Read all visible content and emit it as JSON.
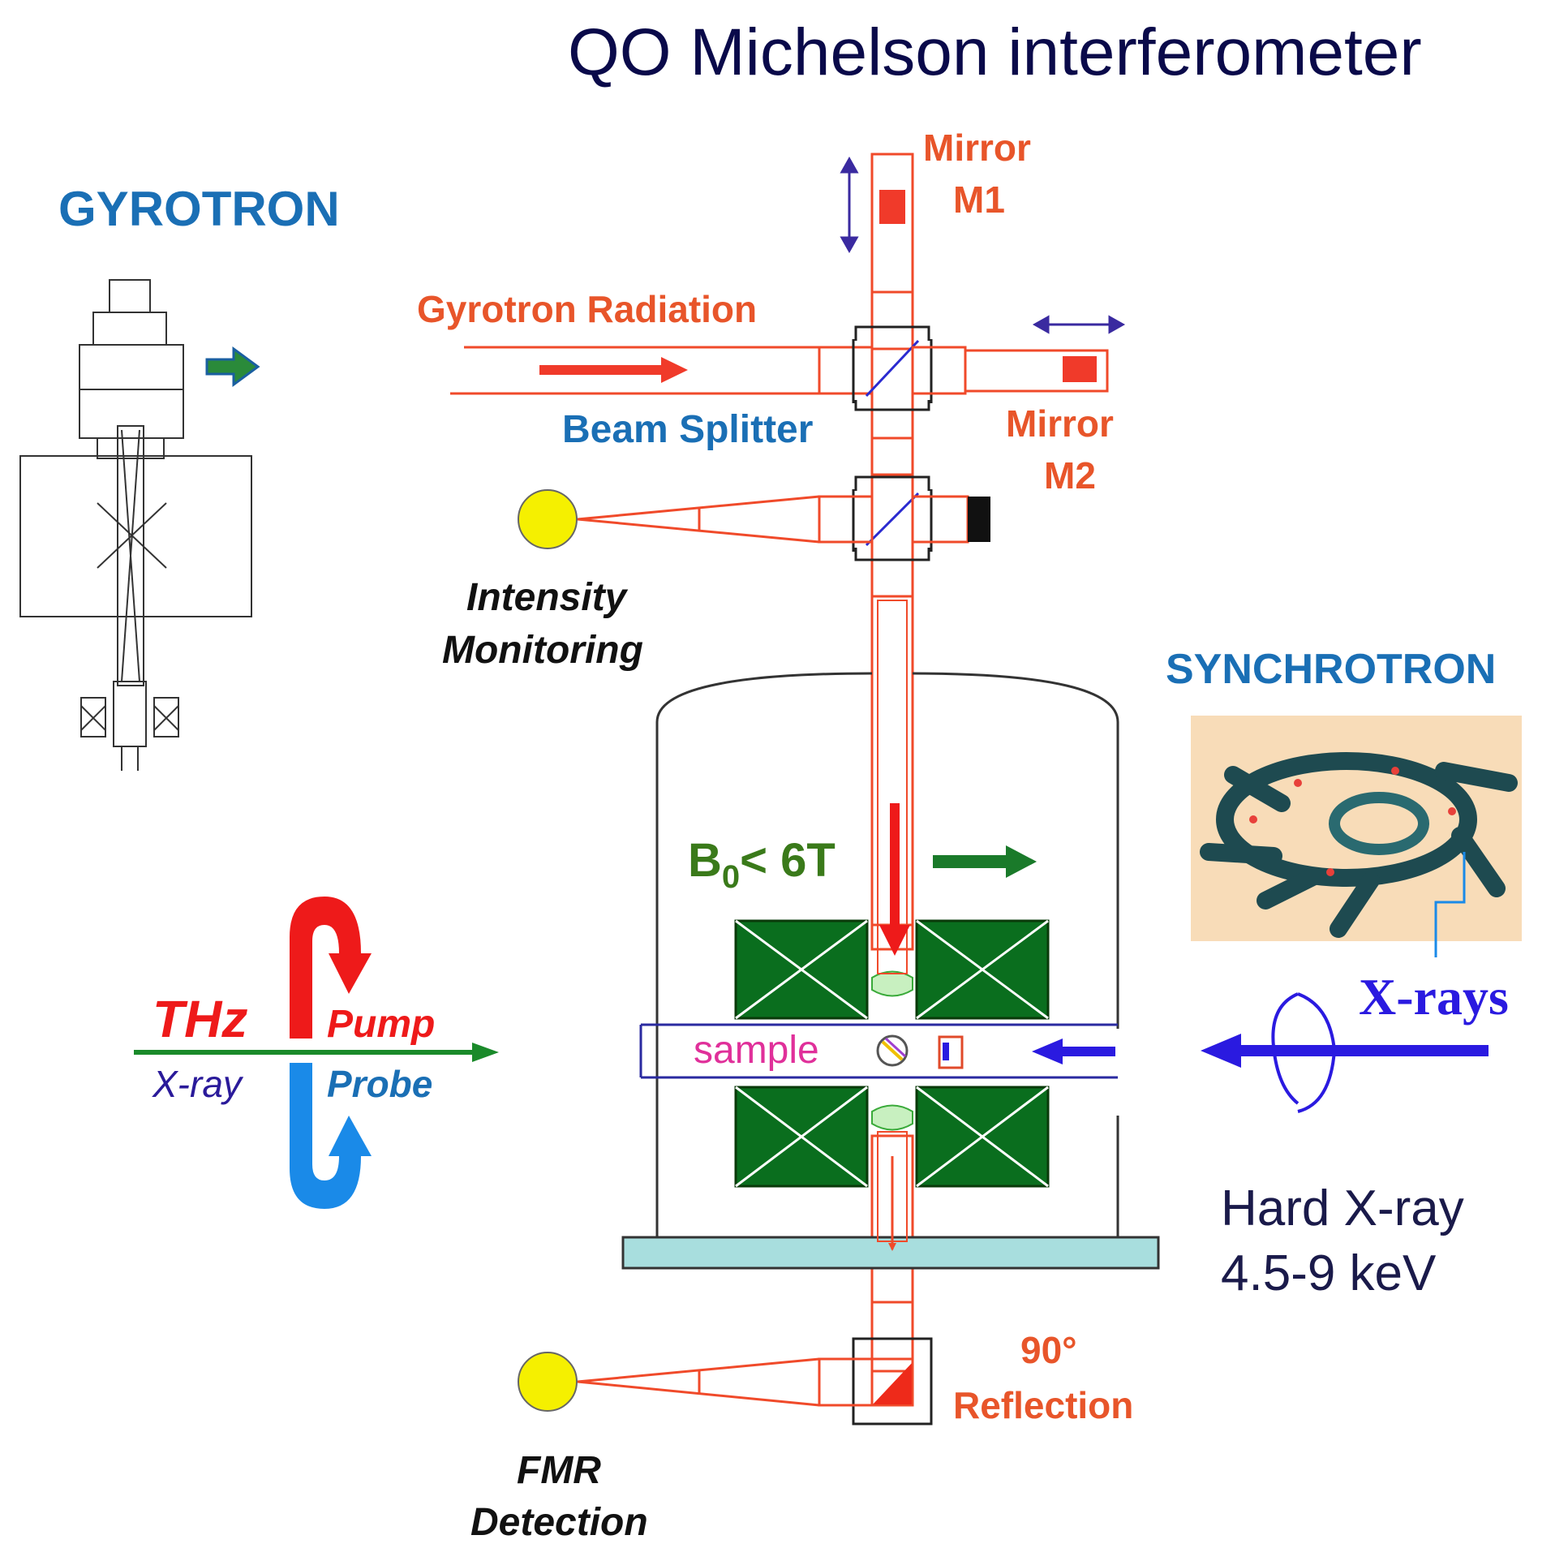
{
  "title": "QO Michelson  interferometer",
  "labels": {
    "gyrotron": "GYROTRON",
    "mirror_m1_line1": "Mirror",
    "mirror_m1_line2": "M1",
    "gyrotron_radiation": "Gyrotron Radiation",
    "beam_splitter": "Beam Splitter",
    "mirror_m2_line1": "Mirror",
    "mirror_m2_line2": "M2",
    "intensity_line1": "Intensity",
    "intensity_line2": "Monitoring",
    "synchrotron": "SYNCHROTRON",
    "field_B": "B",
    "field_sub": "0",
    "field_rest": "< 6T",
    "x_rays": "X-rays",
    "thz": "THz",
    "pump": "Pump",
    "x_ray": "X-ray",
    "probe": "Probe",
    "sample": "sample",
    "hard_xray_line1": "Hard X-ray",
    "hard_xray_line2": "4.5-9 keV",
    "reflection_line1": "90°",
    "reflection_line2": "Reflection",
    "fmr_line1": "FMR",
    "fmr_line2": "Detection"
  },
  "colors": {
    "title": "#0a0a4a",
    "blue_label": "#1a6fb5",
    "orange_label": "#e8552a",
    "beam_line": "#f04a2a",
    "magnet_green": "#0a6e1e",
    "field_green": "#3a7a1a",
    "detector_yellow": "#f5f000",
    "xray_blue": "#2a1ae0",
    "sample_magenta": "#e0309a",
    "pump_red": "#ee1a1a",
    "probe_blue": "#1a8ae8",
    "base_cyan": "#a8dede",
    "synchrotron_bg": "#f8dcb8",
    "synchrotron_ring": "#1e4a50"
  }
}
